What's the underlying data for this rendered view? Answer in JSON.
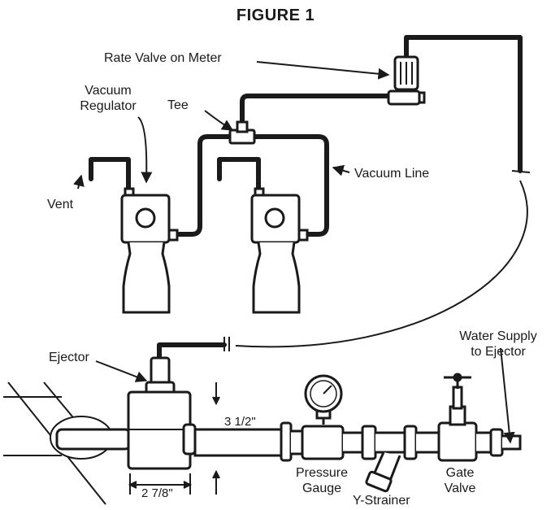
{
  "figure_title": "FIGURE 1",
  "labels": {
    "rate_valve": "Rate Valve on Meter",
    "vacuum_regulator_line1": "Vacuum",
    "vacuum_regulator_line2": "Regulator",
    "tee": "Tee",
    "vent": "Vent",
    "vacuum_line": "Vacuum Line",
    "ejector": "Ejector",
    "water_supply_line1": "Water Supply",
    "water_supply_line2": "to Ejector",
    "pressure_gauge_line1": "Pressure",
    "pressure_gauge_line2": "Gauge",
    "y_strainer": "Y-Strainer",
    "gate_valve_line1": "Gate",
    "gate_valve_line2": "Valve"
  },
  "dimensions": {
    "height": "3 1/2\"",
    "width": "2 7/8\""
  },
  "colors": {
    "ink": "#1a1a1a",
    "background": "#ffffff",
    "pipe_fill": "#ffffff"
  }
}
